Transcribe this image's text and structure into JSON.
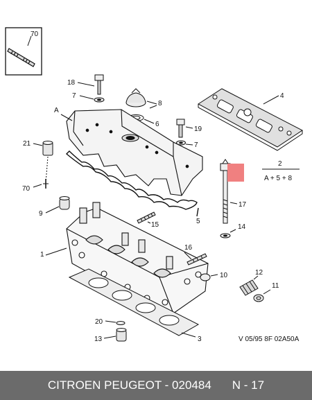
{
  "callouts": {
    "c70_top": "70",
    "c18": "18",
    "c7_left": "7",
    "c8": "8",
    "c6": "6",
    "cA": "A",
    "c19": "19",
    "c7_right": "7",
    "c4": "4",
    "c21": "21",
    "c70_left": "70",
    "c2": "2",
    "c_formula": "A + 5 + 8",
    "c9": "9",
    "c15": "15",
    "c5": "5",
    "c17": "17",
    "c14": "14",
    "c16": "16",
    "c1": "1",
    "c10": "10",
    "c12": "12",
    "c11": "11",
    "c20": "20",
    "c13": "13",
    "c3": "3"
  },
  "ref_code": "V 05/95 8F 02A50A",
  "footer": {
    "left": "CITROEN PEUGEOT - 020484",
    "right": "N - 17"
  },
  "colors": {
    "highlight": "#f08080",
    "footer_bg": "#6b6b6b"
  }
}
